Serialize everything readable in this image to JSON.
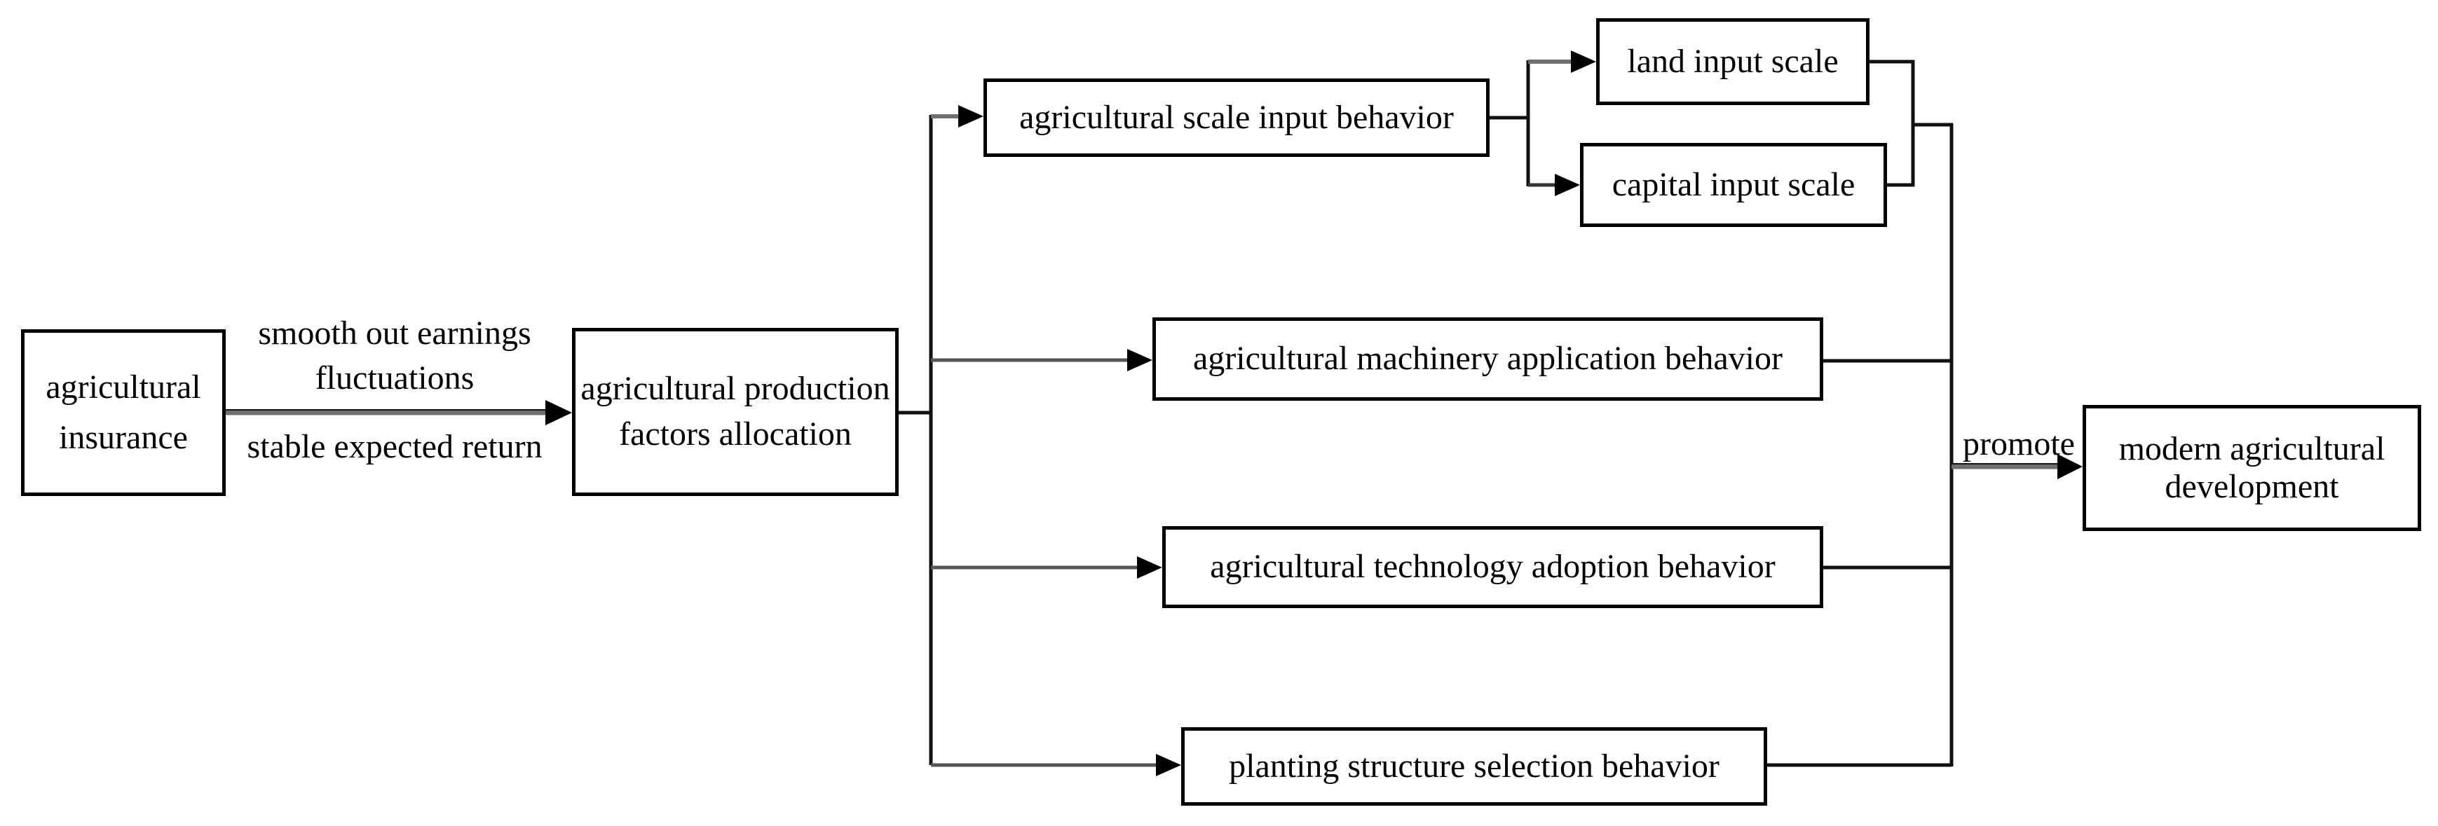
{
  "nodes": {
    "insurance": {
      "label": "agricultural insurance"
    },
    "allocation": {
      "label": "agricultural production factors allocation"
    },
    "scale": {
      "label": "agricultural scale input behavior"
    },
    "land": {
      "label": "land input scale"
    },
    "capital": {
      "label": "capital input scale"
    },
    "machinery": {
      "label": "agricultural machinery application behavior"
    },
    "technology": {
      "label": "agricultural technology adoption behavior"
    },
    "planting": {
      "label": "planting structure selection behavior"
    },
    "modern": {
      "label": "modern agricultural development"
    }
  },
  "edge_labels": {
    "insurance_to_allocation_top": "smooth out earnings fluctuations",
    "insurance_to_allocation_bottom": "stable expected return",
    "promote": "promote"
  },
  "edges": [
    {
      "from": "insurance",
      "to": "allocation",
      "labels": [
        "smooth out earnings fluctuations",
        "stable expected return"
      ]
    },
    {
      "from": "allocation",
      "to": "scale"
    },
    {
      "from": "allocation",
      "to": "machinery"
    },
    {
      "from": "allocation",
      "to": "technology"
    },
    {
      "from": "allocation",
      "to": "planting"
    },
    {
      "from": "scale",
      "to": "land"
    },
    {
      "from": "scale",
      "to": "capital"
    },
    {
      "from": "land",
      "to": "modern"
    },
    {
      "from": "capital",
      "to": "modern"
    },
    {
      "from": "machinery",
      "to": "modern"
    },
    {
      "from": "technology",
      "to": "modern"
    },
    {
      "from": "planting",
      "to": "modern",
      "label": "promote"
    }
  ],
  "colors": {
    "background": "#ffffff",
    "node_fill": "#ffffff",
    "node_border": "#000000",
    "text": "#000000",
    "line": "#111111",
    "arrow_shaft_gray": "#6f6f6f",
    "arrow_head": "#000000"
  }
}
